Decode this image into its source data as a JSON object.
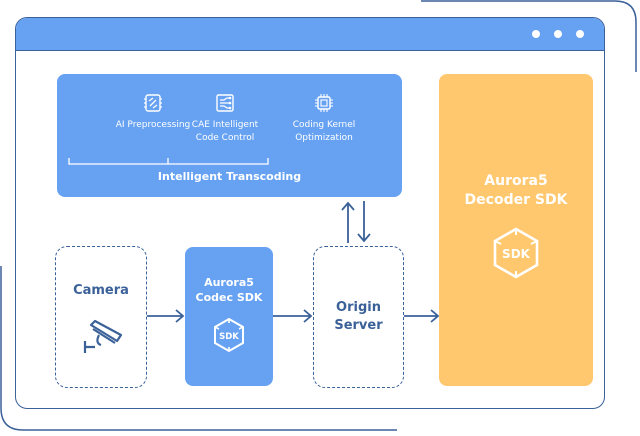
{
  "window": {
    "title_dots": 3,
    "colors": {
      "frame": "#3b6199",
      "titlebar": "#67a2f2",
      "accent_blue": "#67a2f2",
      "accent_orange": "#ffc86e"
    }
  },
  "transcoding": {
    "title": "Intelligent Transcoding",
    "features": [
      {
        "icon": "ai-chip-icon",
        "label_line1": "AI Preprocessing",
        "label_line2": ""
      },
      {
        "icon": "code-control-icon",
        "label_line1": "CAE Intelligent",
        "label_line2": "Code Control"
      },
      {
        "icon": "processor-icon",
        "label_line1": "Coding Kernel",
        "label_line2": "Optimization"
      }
    ]
  },
  "camera": {
    "label": "Camera",
    "icon": "security-camera-icon"
  },
  "codec_sdk": {
    "line1": "Aurora5",
    "line2": "Codec SDK",
    "badge": "SDK"
  },
  "origin_server": {
    "line1": "Origin",
    "line2": "Server"
  },
  "decoder_sdk": {
    "line1": "Aurora5",
    "line2": "Decoder SDK",
    "badge": "SDK"
  }
}
